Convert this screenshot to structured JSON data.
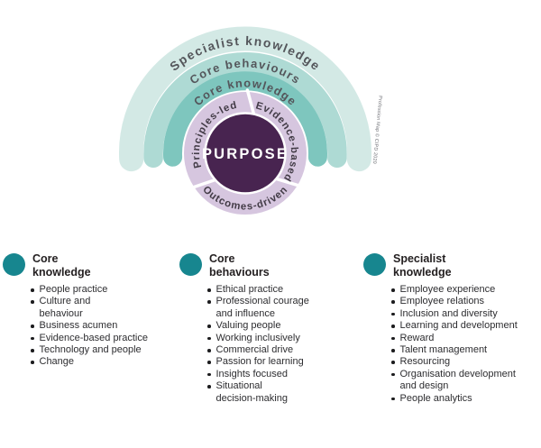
{
  "diagram": {
    "arc_labels": [
      "Specialist knowledge",
      "Core behaviours",
      "Core knowledge"
    ],
    "ring_labels": {
      "left": "Principles-led",
      "right": "Evidence-based",
      "bottom": "Outcomes-driven"
    },
    "center_label": "PURPOSE",
    "credit": "Profession Map © CIPD 2020",
    "colors": {
      "arc_outer": "#d3e9e5",
      "arc_middle": "#aedad4",
      "arc_inner": "#7ec6be",
      "ring": "#d6c6df",
      "purpose_bg": "#482450",
      "purpose_text": "#ffffff"
    }
  },
  "columns": [
    {
      "title": "Core\nknowledge",
      "items": [
        "People practice",
        "Culture and\nbehaviour",
        "Business acumen",
        "Evidence-based practice",
        "Technology and people",
        "Change"
      ]
    },
    {
      "title": "Core\nbehaviours",
      "items": [
        "Ethical practice",
        "Professional courage\nand influence",
        "Valuing people",
        "Working inclusively",
        "Commercial drive",
        "Passion for learning",
        "Insights focused",
        "Situational\ndecision-making"
      ]
    },
    {
      "title": "Specialist\nknowledge",
      "items": [
        "Employee experience",
        "Employee relations",
        "Inclusion and diversity",
        "Learning and development",
        "Reward",
        "Talent management",
        "Resourcing",
        "Organisation development\nand design",
        "People analytics"
      ]
    }
  ],
  "bullet_color": "#17868f"
}
